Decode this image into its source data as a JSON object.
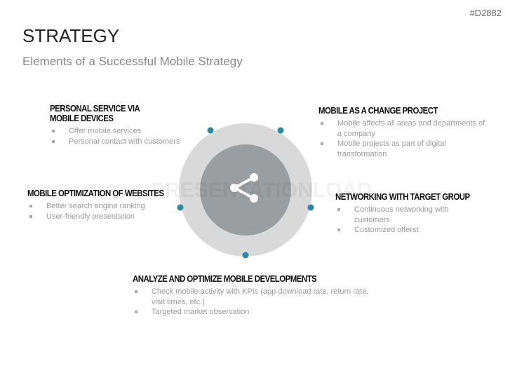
{
  "slide_code": "#D2882",
  "title": "STRATEGY",
  "subtitle": "Elements of a Successful Mobile Strategy",
  "watermark": "PRESENTATIONLOAD",
  "colors": {
    "outer_ring": "#d9d9d9",
    "inner_circle": "#9a9ea1",
    "dot": "#2a8aa3"
  },
  "center_icon": "share-icon",
  "blocks": [
    {
      "heading": "Personal service via mobile devices",
      "heading_lines": [
        "PERSONAL SERVICE VIA",
        "MOBILE DEVICES"
      ],
      "bullets": [
        "Offer mobile services",
        "Personal contact with customers"
      ]
    },
    {
      "heading": "Mobile as a change project",
      "bullets": [
        "Mobile affects all areas and departments of a company",
        "Mobile projects as part of digital transformation"
      ]
    },
    {
      "heading": "Mobile optimization of websites",
      "bullets": [
        "Better search engine ranking",
        "User-friendly presentation"
      ]
    },
    {
      "heading": "Networking with target group",
      "bullets": [
        "Continuous networking with customers",
        "Customized offerst"
      ]
    },
    {
      "heading": "Analyze and optimize mobile developments",
      "bullets": [
        "Check mobile activity with KPIs (app download rate, return rate, visit times, etc.)",
        "Targeted market observation"
      ]
    }
  ]
}
